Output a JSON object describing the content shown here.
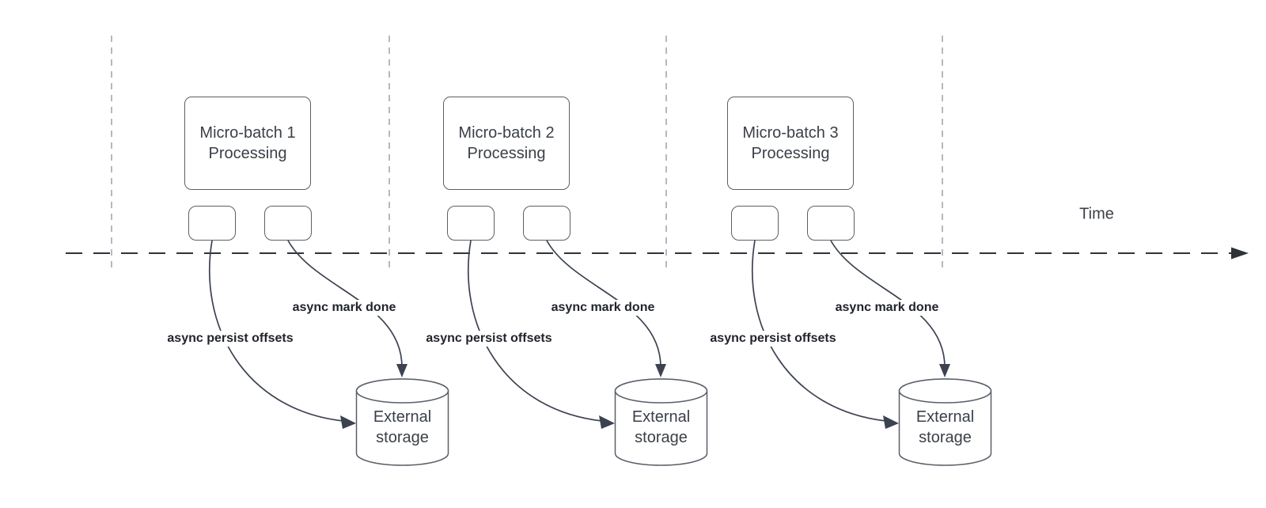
{
  "colors": {
    "background": "#ffffff",
    "shape_stroke": "#5a6069",
    "text": "#3b4048",
    "label_text": "#21242c",
    "timeline": "#2f3237",
    "gridline": "#b3b9c0",
    "curve": "#3c4250"
  },
  "timeline": {
    "label": "Time"
  },
  "gridline_xs": [
    141,
    492,
    842,
    1191
  ],
  "batches": [
    {
      "name": "Micro-batch 1",
      "subtitle": "Processing",
      "persist_label": "async persist offsets",
      "mark_label": "async mark done",
      "storage_line1": "External",
      "storage_line2": "storage"
    },
    {
      "name": "Micro-batch 2",
      "subtitle": "Processing",
      "persist_label": "async persist offsets",
      "mark_label": "async mark done",
      "storage_line1": "External",
      "storage_line2": "storage"
    },
    {
      "name": "Micro-batch 3",
      "subtitle": "Processing",
      "persist_label": "async persist offsets",
      "mark_label": "async mark done",
      "storage_line1": "External",
      "storage_line2": "storage"
    }
  ]
}
